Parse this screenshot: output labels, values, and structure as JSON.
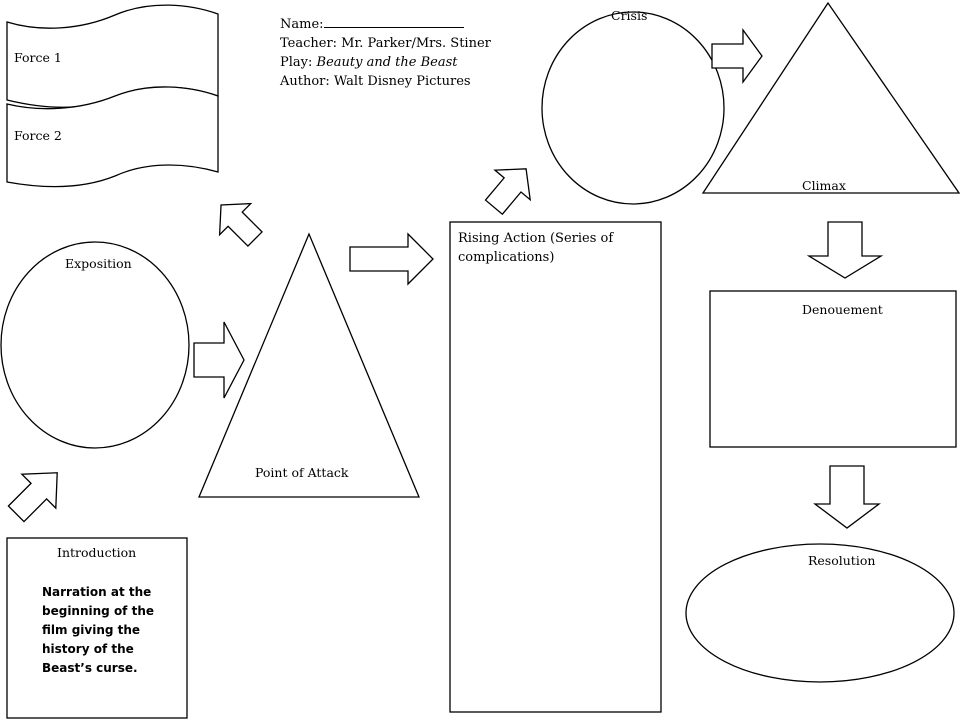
{
  "header": {
    "name_label": "Name:",
    "teacher": "Teacher: Mr. Parker/Mrs. Stiner",
    "play_label": "Play: ",
    "play_title": "Beauty and the Beast",
    "author": "Author: Walt Disney Pictures"
  },
  "nodes": {
    "force1": "Force 1",
    "force2": "Force 2",
    "exposition": "Exposition",
    "point_of_attack": "Point of Attack",
    "rising_action": "Rising Action (Series of complications)",
    "crisis": "Crisis",
    "climax": "Climax",
    "denouement": "Denouement",
    "resolution": "Resolution",
    "introduction": "Introduction"
  },
  "introduction_text": "Narration at the beginning of the film giving the history of the Beast’s curse."
}
